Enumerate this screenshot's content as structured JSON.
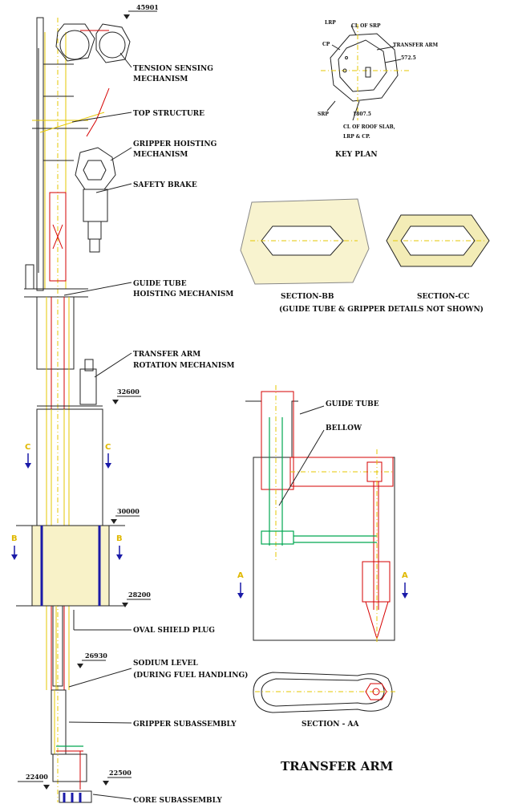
{
  "title": "TRANSFER ARM",
  "elevations": {
    "top": "45901",
    "e32600": "32600",
    "e30000": "30000",
    "e28200": "28200",
    "e26930": "26930",
    "e22500": "22500",
    "e22400": "22400"
  },
  "callouts": {
    "tension": [
      "TENSION SENSING",
      "MECHANISM"
    ],
    "top_structure": "TOP STRUCTURE",
    "gripper_hoisting": [
      "GRIPPER HOISTING",
      "MECHANISM"
    ],
    "safety_brake": "SAFETY BRAKE",
    "guide_tube_hoisting": [
      "GUIDE TUBE",
      "HOISTING MECHANISM"
    ],
    "transfer_arm_rotation": [
      "TRANSFER ARM",
      "ROTATION MECHANISM"
    ],
    "oval_shield_plug": "OVAL SHIELD PLUG",
    "sodium_level": [
      "SODIUM LEVEL",
      "(DURING FUEL HANDLING)"
    ],
    "gripper_subassembly": "GRIPPER SUBASSEMBLY",
    "core_subassembly": "CORE SUBASSEMBLY",
    "guide_tube": "GUIDE TUBE",
    "bellow": "BELLOW"
  },
  "section_markers": {
    "c": "C",
    "b": "B",
    "a": "A"
  },
  "key_plan": {
    "caption": "KEY PLAN",
    "lrp": "LRP",
    "cl_srp": "CL OF SRP",
    "cp": "CP",
    "transfer_arm": "TRANSFER ARM",
    "dim1": "572.5",
    "dim2": "1807.5",
    "srp": "SRP",
    "cl_roof": [
      "CL OF ROOF SLAB,",
      "LRP & CP."
    ]
  },
  "sections": {
    "bb": "SECTION-BB",
    "cc": "SECTION-CC",
    "note": "(GUIDE TUBE & GRIPPER DETAILS NOT SHOWN)",
    "aa": "SECTION - AA"
  },
  "colors": {
    "yellow": "#e6c700",
    "red": "#d60000",
    "green": "#00a651",
    "blue": "#1a1aa8",
    "concrete": "#f3ecb6"
  }
}
